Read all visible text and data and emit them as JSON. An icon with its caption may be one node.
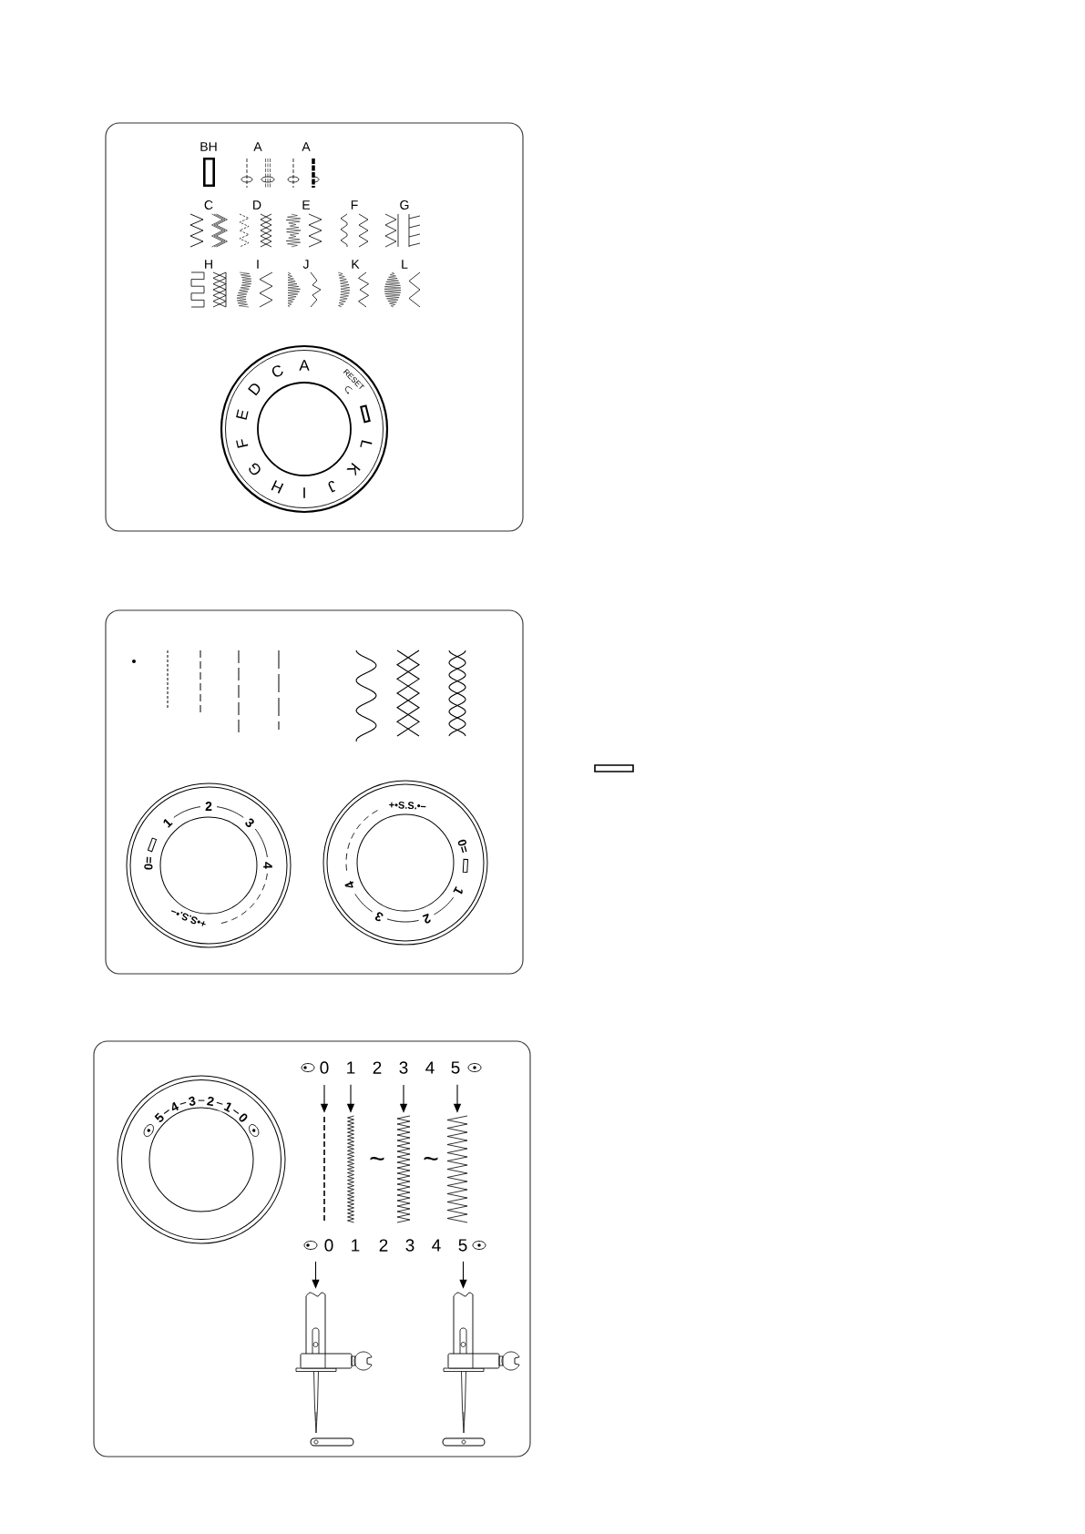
{
  "diagram": {
    "nodes": [
      {
        "text": [],
        "shape": "box"
      },
      {
        "text": [],
        "shape": "box"
      },
      {
        "text": [],
        "shape": "box"
      },
      {
        "text": [
          "0"
        ],
        "in": 2
      },
      {
        "text": [
          "1"
        ],
        "in": 2
      },
      {
        "text": [
          "3"
        ],
        "in": 2
      },
      {
        "text": [
          "5"
        ],
        "in": 2
      },
      {
        "text": [],
        "shape": "picture",
        "in": 2
      },
      {
        "text": [],
        "shape": "picture",
        "in": 2
      },
      {
        "text": [],
        "shape": "picture",
        "in": 2
      },
      {
        "text": [],
        "shape": "picture",
        "in": 2
      },
      {
        "text": [
          "0"
        ],
        "in": 2
      },
      {
        "text": [
          "5"
        ],
        "in": 2
      },
      {
        "text": [],
        "shape": "picture",
        "in": 2
      },
      {
        "text": [],
        "shape": "picture",
        "in": 2
      }
    ],
    "edges": [
      {
        "from": 3,
        "to": 7,
        "arrow": "to"
      },
      {
        "from": 4,
        "to": 8,
        "arrow": "to"
      },
      {
        "from": 5,
        "to": 9,
        "arrow": "to"
      },
      {
        "from": 6,
        "to": 10,
        "arrow": "to"
      },
      {
        "from": 11,
        "to": 13,
        "arrow": "to"
      },
      {
        "from": 12,
        "to": 14,
        "arrow": "to"
      }
    ],
    "labels": [
      "BH",
      "A",
      "A",
      "C",
      "D",
      "E",
      "F",
      "G",
      "H",
      "I",
      "J",
      "K",
      "L",
      "A",
      "C",
      "D",
      "E",
      "F",
      "G",
      "H",
      "I",
      "J",
      "K",
      "L",
      "RESET",
      "2",
      "1",
      "3",
      "0=",
      "4",
      "+•S.S.•–",
      "+•S.S.•–",
      "0=",
      "4",
      "1",
      "3",
      "2",
      "5",
      "4",
      "3",
      "2",
      "1",
      "0",
      "2",
      "4",
      "~",
      "~",
      "1",
      "2",
      "3",
      "4"
    ]
  }
}
